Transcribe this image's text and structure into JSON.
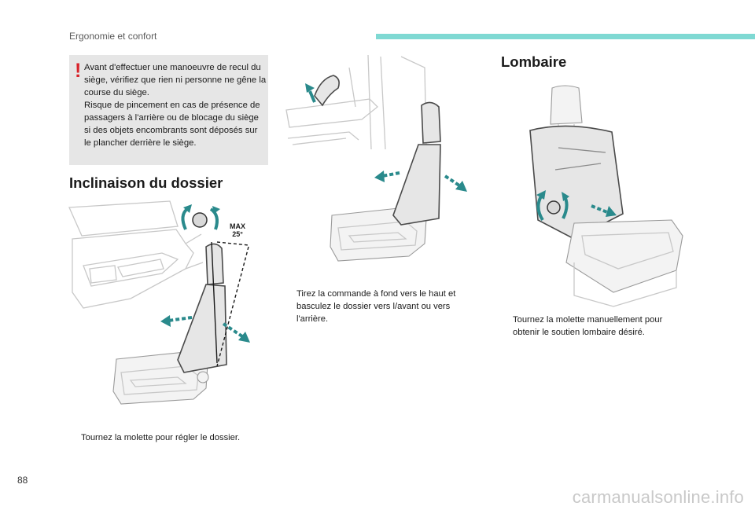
{
  "header": {
    "section_title": "Ergonomie et confort",
    "accent_color": "#7fd9d3"
  },
  "warning": {
    "mark": "!",
    "mark_color": "#d8232a",
    "paragraph_1": "Avant d'effectuer une manoeuvre de recul du siège, vérifiez que rien ni personne ne gêne la course du siège.",
    "paragraph_2": "Risque de pincement en cas de présence de passagers à l'arrière ou de blocage du siège si des objets encombrants sont déposés sur le plancher derrière le siège."
  },
  "inclinaison": {
    "title": "Inclinaison du dossier",
    "angle_label_1": "MAX",
    "angle_label_2": "25°",
    "caption": "Tournez la molette pour régler le dossier."
  },
  "middle": {
    "caption": "Tirez la commande à fond vers le haut et basculez le dossier vers l/avant ou vers l'arrière."
  },
  "lombaire": {
    "title": "Lombaire",
    "caption": "Tournez la molette manuellement pour obtenir le soutien lombaire désiré."
  },
  "bullet_glyph": "",
  "arrow_color": "#2a8a8c",
  "page_number": "88",
  "watermark": "carmanualsonline.info"
}
